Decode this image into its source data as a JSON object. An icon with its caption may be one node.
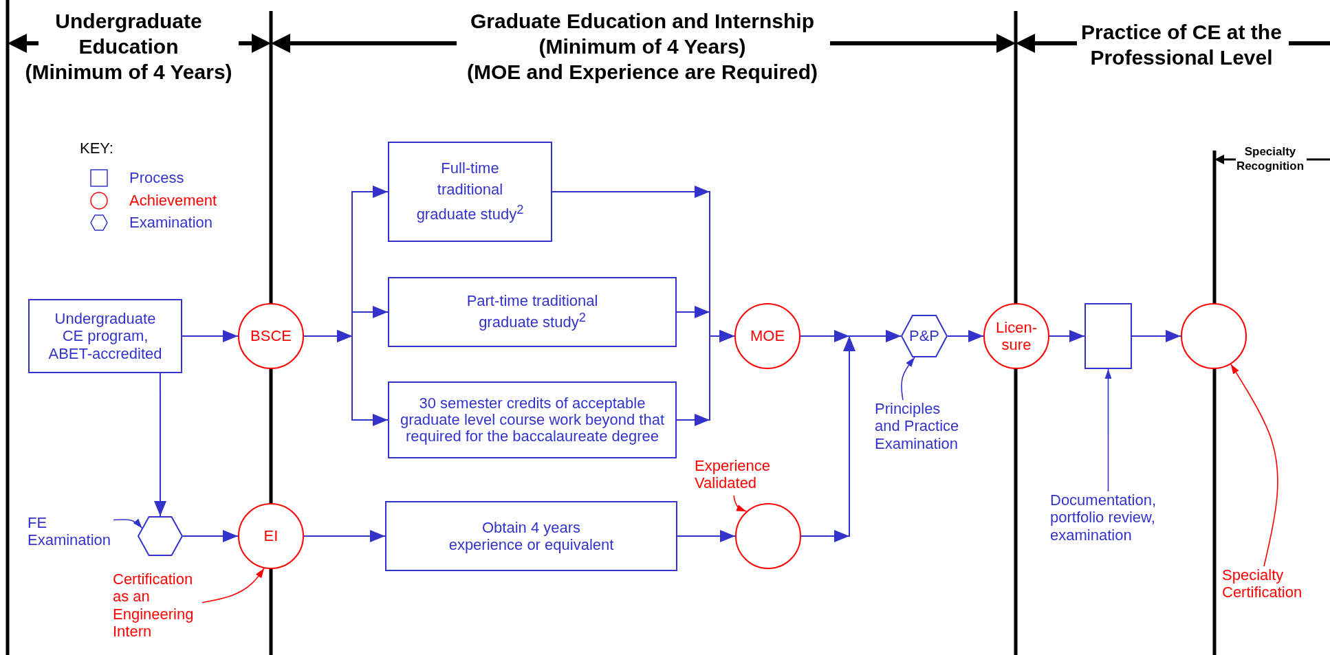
{
  "diagram": {
    "nodes": [
      {
        "text": [
          "Undergraduate CE program, ABET-accredited"
        ]
      },
      {
        "text": [
          "BSCE"
        ]
      },
      {
        "text": [
          "Full-time traditional graduate study$^{2}$"
        ]
      },
      {
        "text": [
          "Part-time traditional graduate study$^{2}$"
        ]
      },
      {
        "text": [
          "30 semester credits of acceptable graduate level course work beyond that required for the baccalaureate degree"
        ]
      },
      {
        "text": [
          "MOE"
        ]
      },
      {
        "text": [
          "P&P"
        ]
      },
      {
        "text": [
          "Licen- sure"
        ]
      },
      {
        "text": [],
        "shape": "box"
      },
      {
        "text": [],
        "shape": "circle"
      },
      {
        "text": [
          "FE Examination"
        ]
      },
      {
        "text": [],
        "shape": "hexagon"
      },
      {
        "text": [
          "EI"
        ]
      },
      {
        "text": [
          "Obtain 4 years experience or equivalent"
        ]
      },
      {
        "text": [
          "Experience Validated"
        ]
      },
      {
        "text": [],
        "shape": "circle"
      },
      {
        "text": [
          "Principles and Practice Examination"
        ]
      },
      {
        "text": [
          "Certification as an Engineering Intern"
        ]
      },
      {
        "text": [
          "Documentation, portfolio review, examination"
        ]
      },
      {
        "text": [
          "Specialty Certification"
        ]
      }
    ],
    "edges": [
      {
        "from": 0,
        "to": 1,
        "arrow": "to"
      },
      {
        "from": 0,
        "to": 11,
        "arrow": "to"
      },
      {
        "from": 1,
        "to": 2,
        "arrow": "to"
      },
      {
        "from": 1,
        "to": 3,
        "arrow": "to"
      },
      {
        "from": 1,
        "to": 4,
        "arrow": "to"
      },
      {
        "from": 2,
        "to": 5,
        "arrow": "to"
      },
      {
        "from": 3,
        "to": 5,
        "arrow": "to"
      },
      {
        "from": 4,
        "to": 5,
        "arrow": "to"
      },
      {
        "from": 5,
        "to": 6,
        "arrow": "to"
      },
      {
        "from": 15,
        "to": 6,
        "arrow": "to"
      },
      {
        "from": 6,
        "to": 7,
        "arrow": "to"
      },
      {
        "from": 7,
        "to": 8,
        "arrow": "to"
      },
      {
        "from": 8,
        "to": 9,
        "arrow": "to"
      },
      {
        "from": 11,
        "to": 12,
        "arrow": "to"
      },
      {
        "from": 12,
        "to": 13,
        "arrow": "to"
      },
      {
        "from": 13,
        "to": 15,
        "arrow": "to"
      },
      {
        "from": 10,
        "to": 11,
        "arrow": "to"
      },
      {
        "from": 17,
        "to": 12,
        "arrow": "to",
        "color": "#ff0000"
      },
      {
        "from": 14,
        "to": 15,
        "arrow": "to",
        "color": "#ff0000"
      },
      {
        "from": 16,
        "to": 6,
        "arrow": "to"
      },
      {
        "from": 18,
        "to": 8,
        "arrow": "to"
      },
      {
        "from": 19,
        "to": 9,
        "arrow": "to",
        "color": "#ff0000"
      }
    ],
    "labels": [
      "Undergraduate Education",
      "(Minimum of 4 Years)",
      "Graduate Education and Internship",
      "(Minimum of 4 Years)",
      "(MOE and Experience are Required)",
      "Practice of CE at the Professional Level",
      "KEY:",
      "Specialty Recognition"
    ],
    "legend": [
      {
        "text": "Process"
      },
      {
        "text": "Achievement"
      },
      {
        "text": "Examination"
      }
    ]
  }
}
